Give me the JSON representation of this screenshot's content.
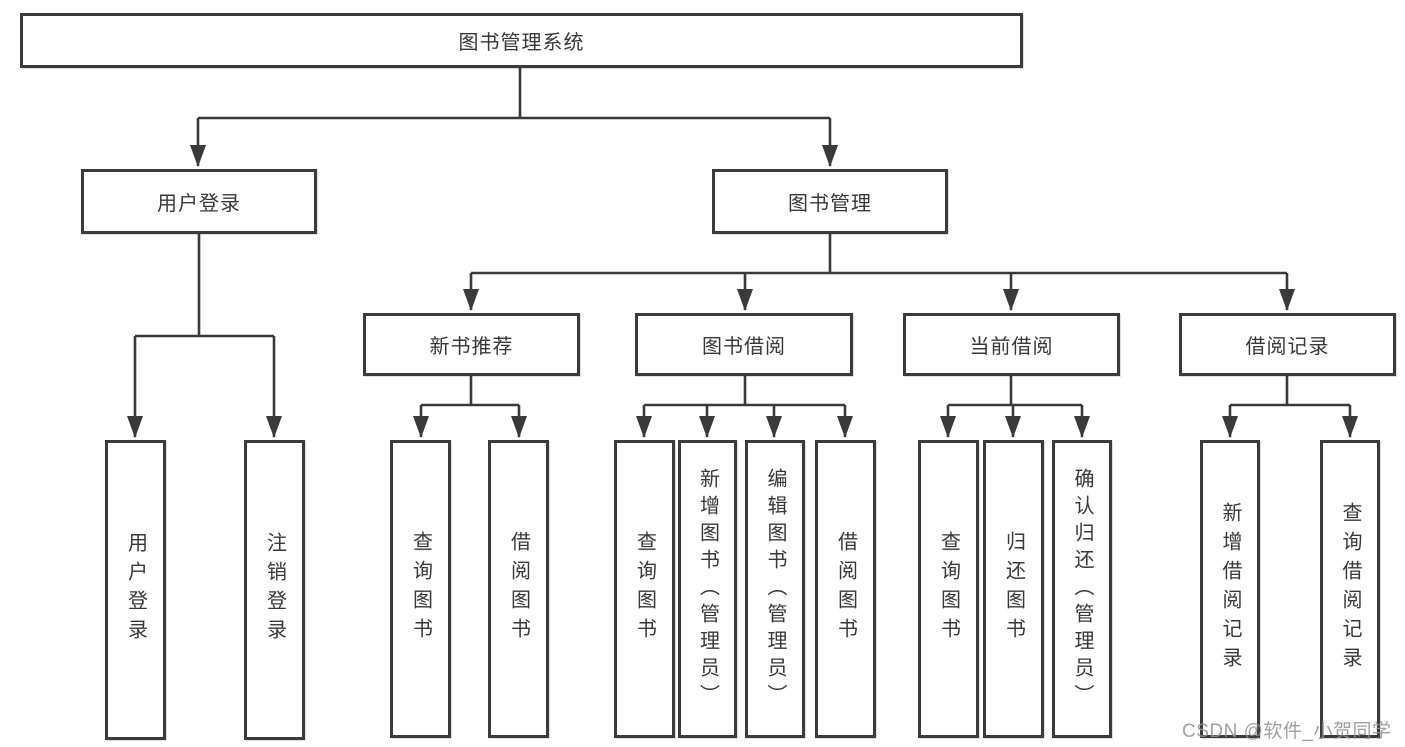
{
  "tree": {
    "root": {
      "label": "图书管理系统"
    },
    "branches": [
      {
        "label": "用户登录",
        "children": [
          {
            "label": "用户登录"
          },
          {
            "label": "注销登录"
          }
        ]
      },
      {
        "label": "图书管理",
        "groups": [
          {
            "label": "新书推荐",
            "children": [
              {
                "label": "查询图书"
              },
              {
                "label": "借阅图书"
              }
            ]
          },
          {
            "label": "图书借阅",
            "children": [
              {
                "label": "查询图书"
              },
              {
                "label": "新增图书（管理员）"
              },
              {
                "label": "编辑图书（管理员）"
              },
              {
                "label": "借阅图书"
              }
            ]
          },
          {
            "label": "当前借阅",
            "children": [
              {
                "label": "查询图书"
              },
              {
                "label": "归还图书"
              },
              {
                "label": "确认归还（管理员）"
              }
            ]
          },
          {
            "label": "借阅记录",
            "children": [
              {
                "label": "新增借阅记录"
              },
              {
                "label": "查询借阅记录"
              }
            ]
          }
        ]
      }
    ]
  },
  "watermark": "CSDN @软件_小贺同学",
  "colors": {
    "line": "#3a3a3a",
    "text": "#383838",
    "background": "#ffffff",
    "watermark": "#949496"
  }
}
